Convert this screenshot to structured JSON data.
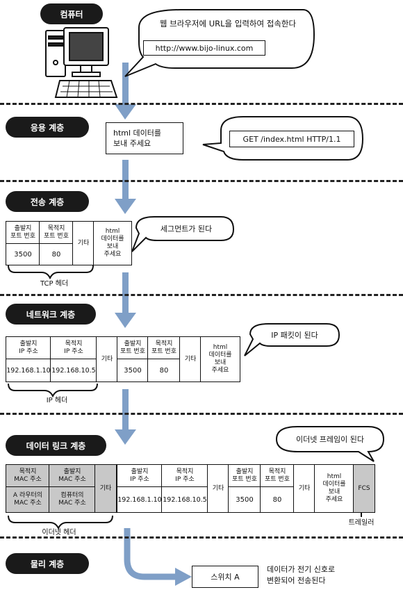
{
  "layers": {
    "computer": "컴퓨터",
    "application": "응용 계층",
    "transport": "전송 계층",
    "network": "네트워크 계층",
    "datalink": "데이터 링크 계층",
    "physical": "물리 계층"
  },
  "computer_bubble": {
    "text": "웹 브라우저에 URL을 입력하여 접속한다",
    "url": "http://www.bijo-linux.com"
  },
  "app": {
    "box_line1": "html 데이터를",
    "box_line2": "보내 주세요",
    "request": "GET /index.html HTTP/1.1"
  },
  "fields": {
    "src_port": "출발지\n포트 번호",
    "dst_port": "목적지\n포트 번호",
    "etc": "기타",
    "payload": "html\n데이터를\n보내\n주세요",
    "src_ip": "출발지\nIP 주소",
    "dst_ip": "목적지\nIP 주소",
    "dst_mac": "목적지\nMAC 주소",
    "src_mac": "출발지\nMAC 주소",
    "router_mac": "A 라우터의\nMAC 주소",
    "pc_mac": "컴퓨터의\nMAC 주소",
    "fcs": "FCS"
  },
  "values": {
    "src_port": "3500",
    "dst_port": "80",
    "src_ip": "192.168.1.10",
    "dst_ip": "192.168.10.5"
  },
  "transport": {
    "bubble": "세그먼트가 된다",
    "brace_label": "TCP 헤더"
  },
  "network": {
    "bubble": "IP 패킷이 된다",
    "brace_label": "IP 헤더"
  },
  "datalink": {
    "bubble": "이더넷 프레임이 된다",
    "brace_label": "이더넷 헤더",
    "trailer_label": "트레일러"
  },
  "physical": {
    "switch": "스위치 A",
    "note_line1": "데이터가 전기 신호로",
    "note_line2": "변환되어 전송된다"
  }
}
